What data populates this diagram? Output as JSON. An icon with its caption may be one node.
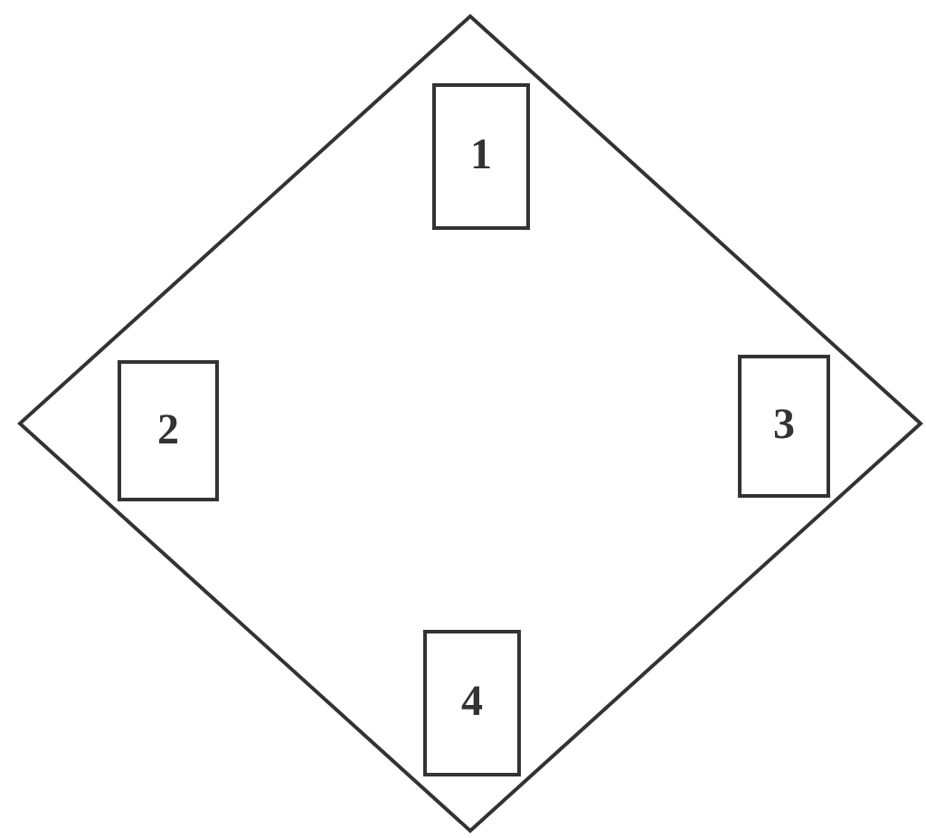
{
  "diagram": {
    "nodes": [
      {
        "text": [],
        "shape": "diamond"
      },
      {
        "text": [
          "1"
        ],
        "in": 0
      },
      {
        "text": [
          "2"
        ],
        "in": 0
      },
      {
        "text": [
          "3"
        ],
        "in": 0
      },
      {
        "text": [
          "4"
        ],
        "in": 0
      }
    ]
  }
}
